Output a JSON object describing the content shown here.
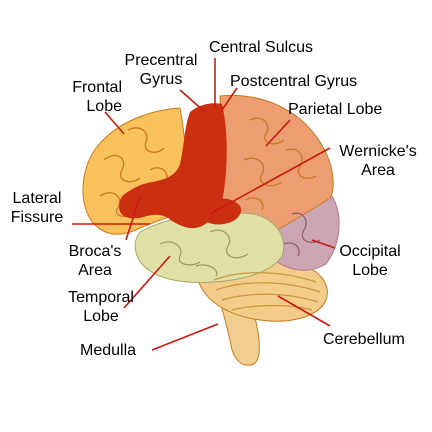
{
  "labels": {
    "central_sulcus": "Central Sulcus",
    "precentral_gyrus": [
      "Precentral",
      "Gyrus"
    ],
    "postcentral_gyrus": "Postcentral Gyrus",
    "frontal_lobe": [
      "Frontal",
      "Lobe"
    ],
    "parietal_lobe": "Parietal Lobe",
    "wernickes_area": [
      "Wernicke's",
      "Area"
    ],
    "lateral_fissure": [
      "Lateral",
      "Fissure"
    ],
    "brocas_area": [
      "Broca's",
      "Area"
    ],
    "occipital_lobe": [
      "Occipital",
      "Lobe"
    ],
    "temporal_lobe": [
      "Temporal",
      "Lobe"
    ],
    "cerebellum": "Cerebellum",
    "medulla": "Medulla"
  },
  "colors": {
    "frontal": "#f7c25c",
    "parietal": "#ec9e72",
    "occipital": "#cba5b3",
    "temporal": "#dfe0a6",
    "cerebellum": "#f3cc8a",
    "stem": "#f1cf93",
    "motor_strip": "#cc2e10",
    "pointer_line": "#cc1a10",
    "gyri_outline": "#c87a1c"
  }
}
